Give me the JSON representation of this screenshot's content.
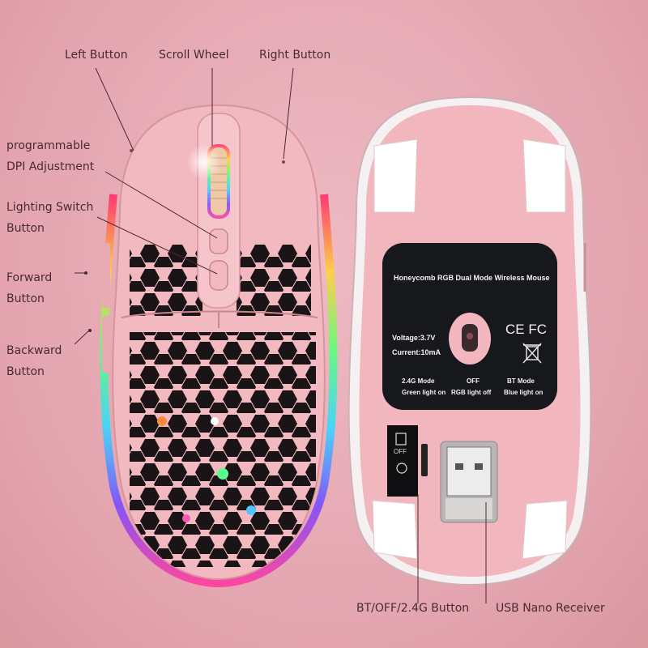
{
  "callouts": {
    "left_button": "Left Button",
    "scroll_wheel": "Scroll Wheel",
    "right_button": "Right Button",
    "dpi_line1": "programmable",
    "dpi_line2": "DPI Adjustment",
    "lighting_line1": "Lighting Switch",
    "lighting_line2": "Button",
    "forward_line1": "Forward",
    "forward_line2": "Button",
    "backward_line1": "Backward",
    "backward_line2": "Button",
    "mode_switch": "BT/OFF/2.4G Button",
    "usb_receiver": "USB Nano Receiver"
  },
  "label_plate": {
    "title": "Honeycomb RGB Dual Mode Wireless Mouse",
    "voltage": "Voltage:3.7V",
    "current": "Current:10mA",
    "ce_mark": "CE FC",
    "modes": [
      {
        "name": "2.4G Mode",
        "desc": "Green light on"
      },
      {
        "name": "OFF",
        "desc": "RGB light off"
      },
      {
        "name": "BT  Mode",
        "desc": "Blue light on"
      }
    ]
  },
  "switch": {
    "label": "OFF"
  },
  "colors": {
    "background": "#e6a9b3",
    "mouse_body": "#f2b7bf",
    "plate": "#17181b"
  }
}
